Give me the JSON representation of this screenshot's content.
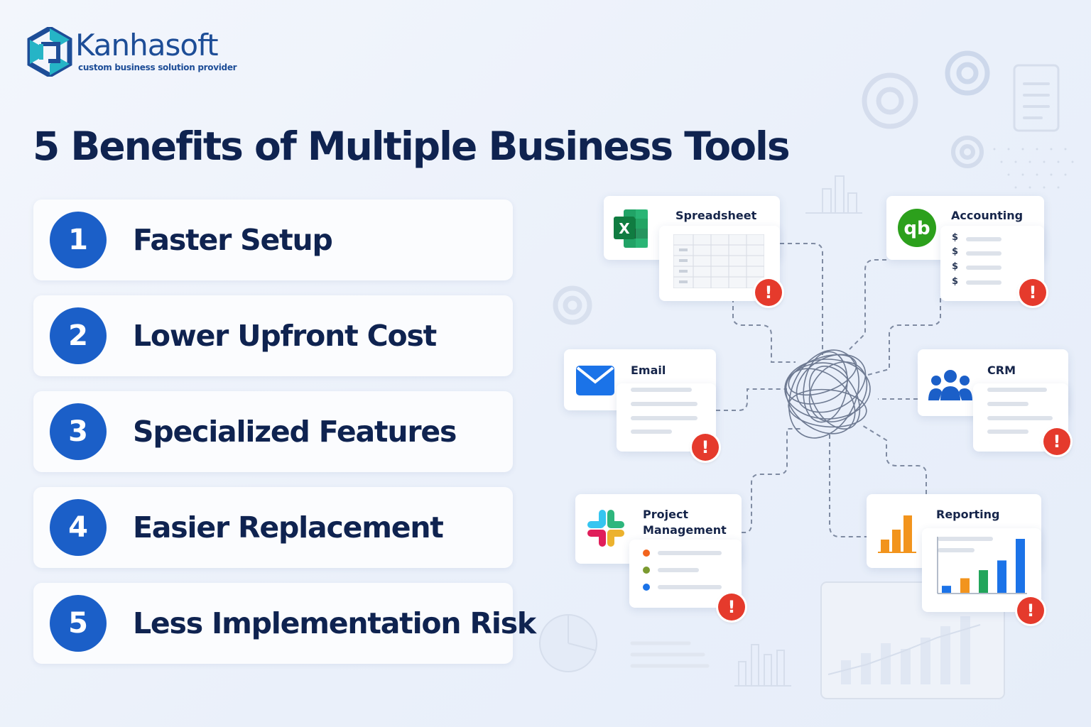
{
  "brand": {
    "name": "Kanhasoft",
    "tagline": "custom business solution provider"
  },
  "title": "5 Benefits of Multiple Business Tools",
  "benefits": [
    {
      "number": "1",
      "label": "Faster Setup"
    },
    {
      "number": "2",
      "label": "Lower Upfront Cost"
    },
    {
      "number": "3",
      "label": "Specialized Features"
    },
    {
      "number": "4",
      "label": "Easier Replacement"
    },
    {
      "number": "5",
      "label": "Less Implementation Risk"
    }
  ],
  "tools": {
    "spreadsheet": {
      "label": "Spreadsheet",
      "icon": "excel-icon",
      "alert": "!"
    },
    "accounting": {
      "label": "Accounting",
      "icon": "quickbooks-icon",
      "alert": "!",
      "currency_symbol": "$"
    },
    "email": {
      "label": "Email",
      "icon": "envelope-icon",
      "alert": "!"
    },
    "crm": {
      "label": "CRM",
      "icon": "people-icon",
      "alert": "!"
    },
    "project": {
      "label": "Project Management",
      "icon": "slack-icon",
      "alert": "!"
    },
    "reporting": {
      "label": "Reporting",
      "icon": "bar-chart-icon",
      "alert": "!"
    }
  },
  "reporting_chart_values": [
    0.13,
    0.27,
    0.42,
    0.6,
    1.0
  ],
  "colors": {
    "primary": "#1b5fc8",
    "title": "#0f2350",
    "alert": "#e53a2c",
    "excel_green": "#1f7a45",
    "quickbooks_green": "#2ca01c",
    "email_blue": "#1b73e8",
    "crm_blue": "#1b5fc8",
    "reporting_orange": "#f2941d"
  }
}
